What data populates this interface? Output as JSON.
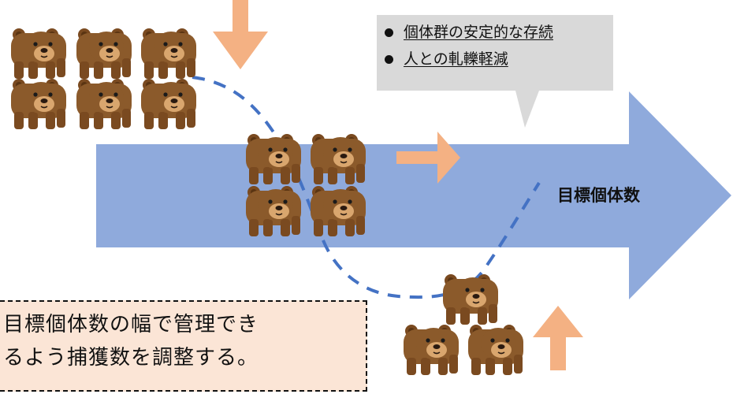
{
  "callout": {
    "items": [
      {
        "label": "個体群の安定的な存続"
      },
      {
        "label": "人との軋轢軽減"
      }
    ]
  },
  "target_label": "目標個体数",
  "note": {
    "line1": "目標個体数の幅で管理でき",
    "line2": "るよう捕獲数を調整する。"
  },
  "colors": {
    "main_arrow": "#8faadc",
    "small_arrow": "#f4b183",
    "dashed_curve": "#4472c4",
    "callout_bg": "#d9d9d9",
    "note_bg": "#fbe5d6",
    "bear_body": "#8b5a2b",
    "bear_face": "#d9a66e"
  },
  "icons": {
    "bear": "bear-icon",
    "arrow_down": "arrow-down-icon",
    "arrow_right": "arrow-right-icon",
    "arrow_up": "arrow-up-icon"
  }
}
